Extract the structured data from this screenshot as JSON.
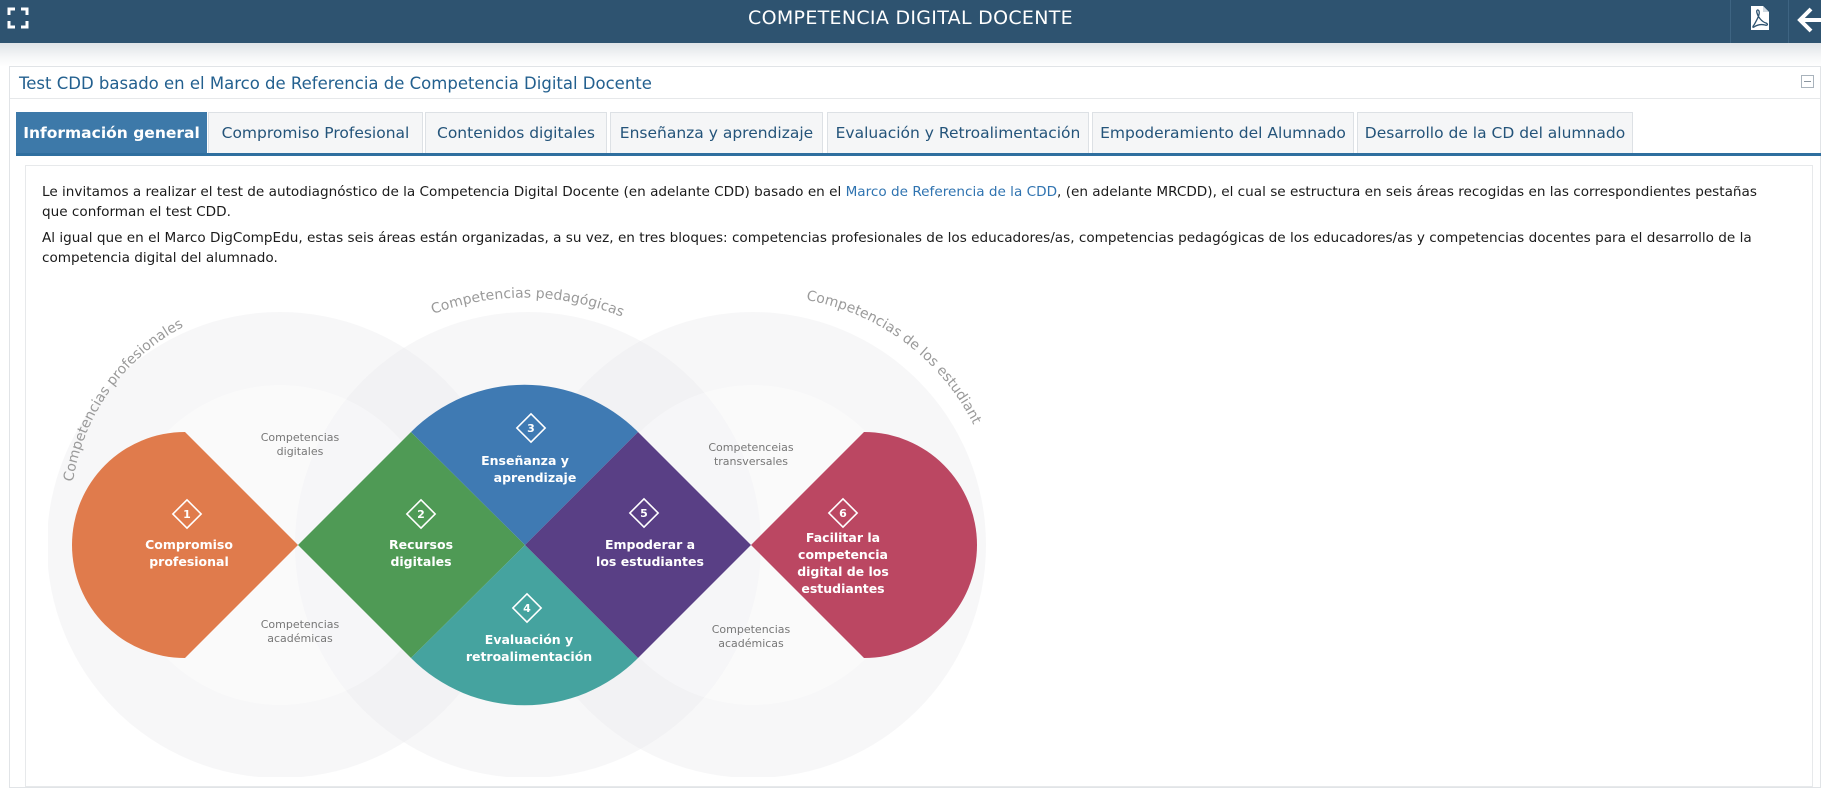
{
  "header": {
    "title": "COMPETENCIA DIGITAL DOCENTE",
    "expand_icon": "expand-icon",
    "pdf_icon": "pdf-icon",
    "back_icon": "arrow-left-icon",
    "background_color": "#2e5370"
  },
  "panel": {
    "title": "Test CDD basado en el Marco de Referencia de Competencia Digital Docente",
    "collapse_icon": "minus-square-icon"
  },
  "tabs": [
    {
      "label": "Información general",
      "active": true
    },
    {
      "label": "Compromiso Profesional",
      "active": false
    },
    {
      "label": "Contenidos digitales",
      "active": false
    },
    {
      "label": "Enseñanza y aprendizaje",
      "active": false
    },
    {
      "label": "Evaluación y Retroalimentación",
      "active": false
    },
    {
      "label": "Empoderamiento del Alumnado",
      "active": false
    },
    {
      "label": "Desarrollo de la CD del alumnado",
      "active": false
    }
  ],
  "intro": {
    "p1_before": "Le invitamos a realizar el test de autodiagnóstico de la Competencia Digital Docente (en adelante CDD) basado en el ",
    "p1_link": "Marco de Referencia de la CDD",
    "p1_after": ", (en adelante MRCDD), el cual se estructura en seis áreas recogidas en las correspondientes pestañas que conforman el test CDD.",
    "p2": "Al igual que en el Marco DigCompEdu, estas seis áreas están organizadas, a su vez, en tres bloques: competencias profesionales de los educadores/as, competencias pedagógicas de los educadores/as y competencias docentes para el desarrollo de la competencia digital del alumnado."
  },
  "diagram": {
    "arc_labels": {
      "left": "Competencias profesionales",
      "middle": "Competencias pedagógicas",
      "right": "Competencias de los estudiantes"
    },
    "side_labels": {
      "left_top": [
        "Competencias",
        "digitales"
      ],
      "left_bottom": [
        "Competencias",
        "académicas"
      ],
      "right_top": [
        "Competenceias",
        "transversales"
      ],
      "right_bottom": [
        "Competencias",
        "académicas"
      ]
    },
    "areas": [
      {
        "number": "1",
        "lines": [
          "Compromiso",
          "profesional"
        ],
        "color": "#e07b4c"
      },
      {
        "number": "2",
        "lines": [
          "Recursos",
          "digitales"
        ],
        "color": "#4f9a55"
      },
      {
        "number": "3",
        "lines": [
          "Enseñanza y",
          "aprendizaje"
        ],
        "color": "#3f7ab3"
      },
      {
        "number": "4",
        "lines": [
          "Evaluación y",
          "retroalimentación"
        ],
        "color": "#45a39f"
      },
      {
        "number": "5",
        "lines": [
          "Empoderar a",
          "los estudiantes"
        ],
        "color": "#593f85"
      },
      {
        "number": "6",
        "lines": [
          "Facilitar la",
          "competencia",
          "digital de los",
          "estudiantes"
        ],
        "color": "#bb4762"
      }
    ]
  }
}
